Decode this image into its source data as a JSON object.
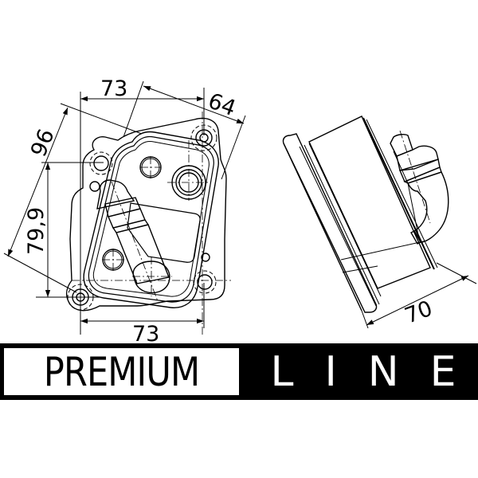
{
  "drawing": {
    "subject": "oil cooler technical drawing",
    "front_view": {
      "dimensions": {
        "top_width": "73",
        "diagonal_top": "64",
        "diagonal_left": "96",
        "vertical_left": "79,9",
        "bottom_width": "73"
      }
    },
    "side_view": {
      "dimensions": {
        "depth": "70"
      }
    },
    "line_color": "#000000",
    "background_color": "#ffffff"
  },
  "banner": {
    "left_text": "PREMIUM",
    "right_letters": [
      "L",
      "I",
      "N",
      "E"
    ],
    "background_color": "#000000",
    "left_box_color": "#ffffff"
  }
}
